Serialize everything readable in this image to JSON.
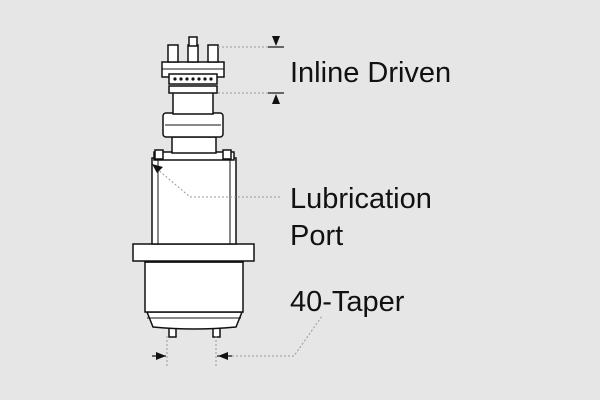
{
  "labels": {
    "inline_driven": "Inline Driven",
    "lubrication_line1": "Lubrication",
    "lubrication_line2": "Port",
    "taper": "40-Taper"
  },
  "colors": {
    "background": "#e6e6e6",
    "outline": "#111111",
    "fill": "#ffffff",
    "leader": "#999999"
  }
}
